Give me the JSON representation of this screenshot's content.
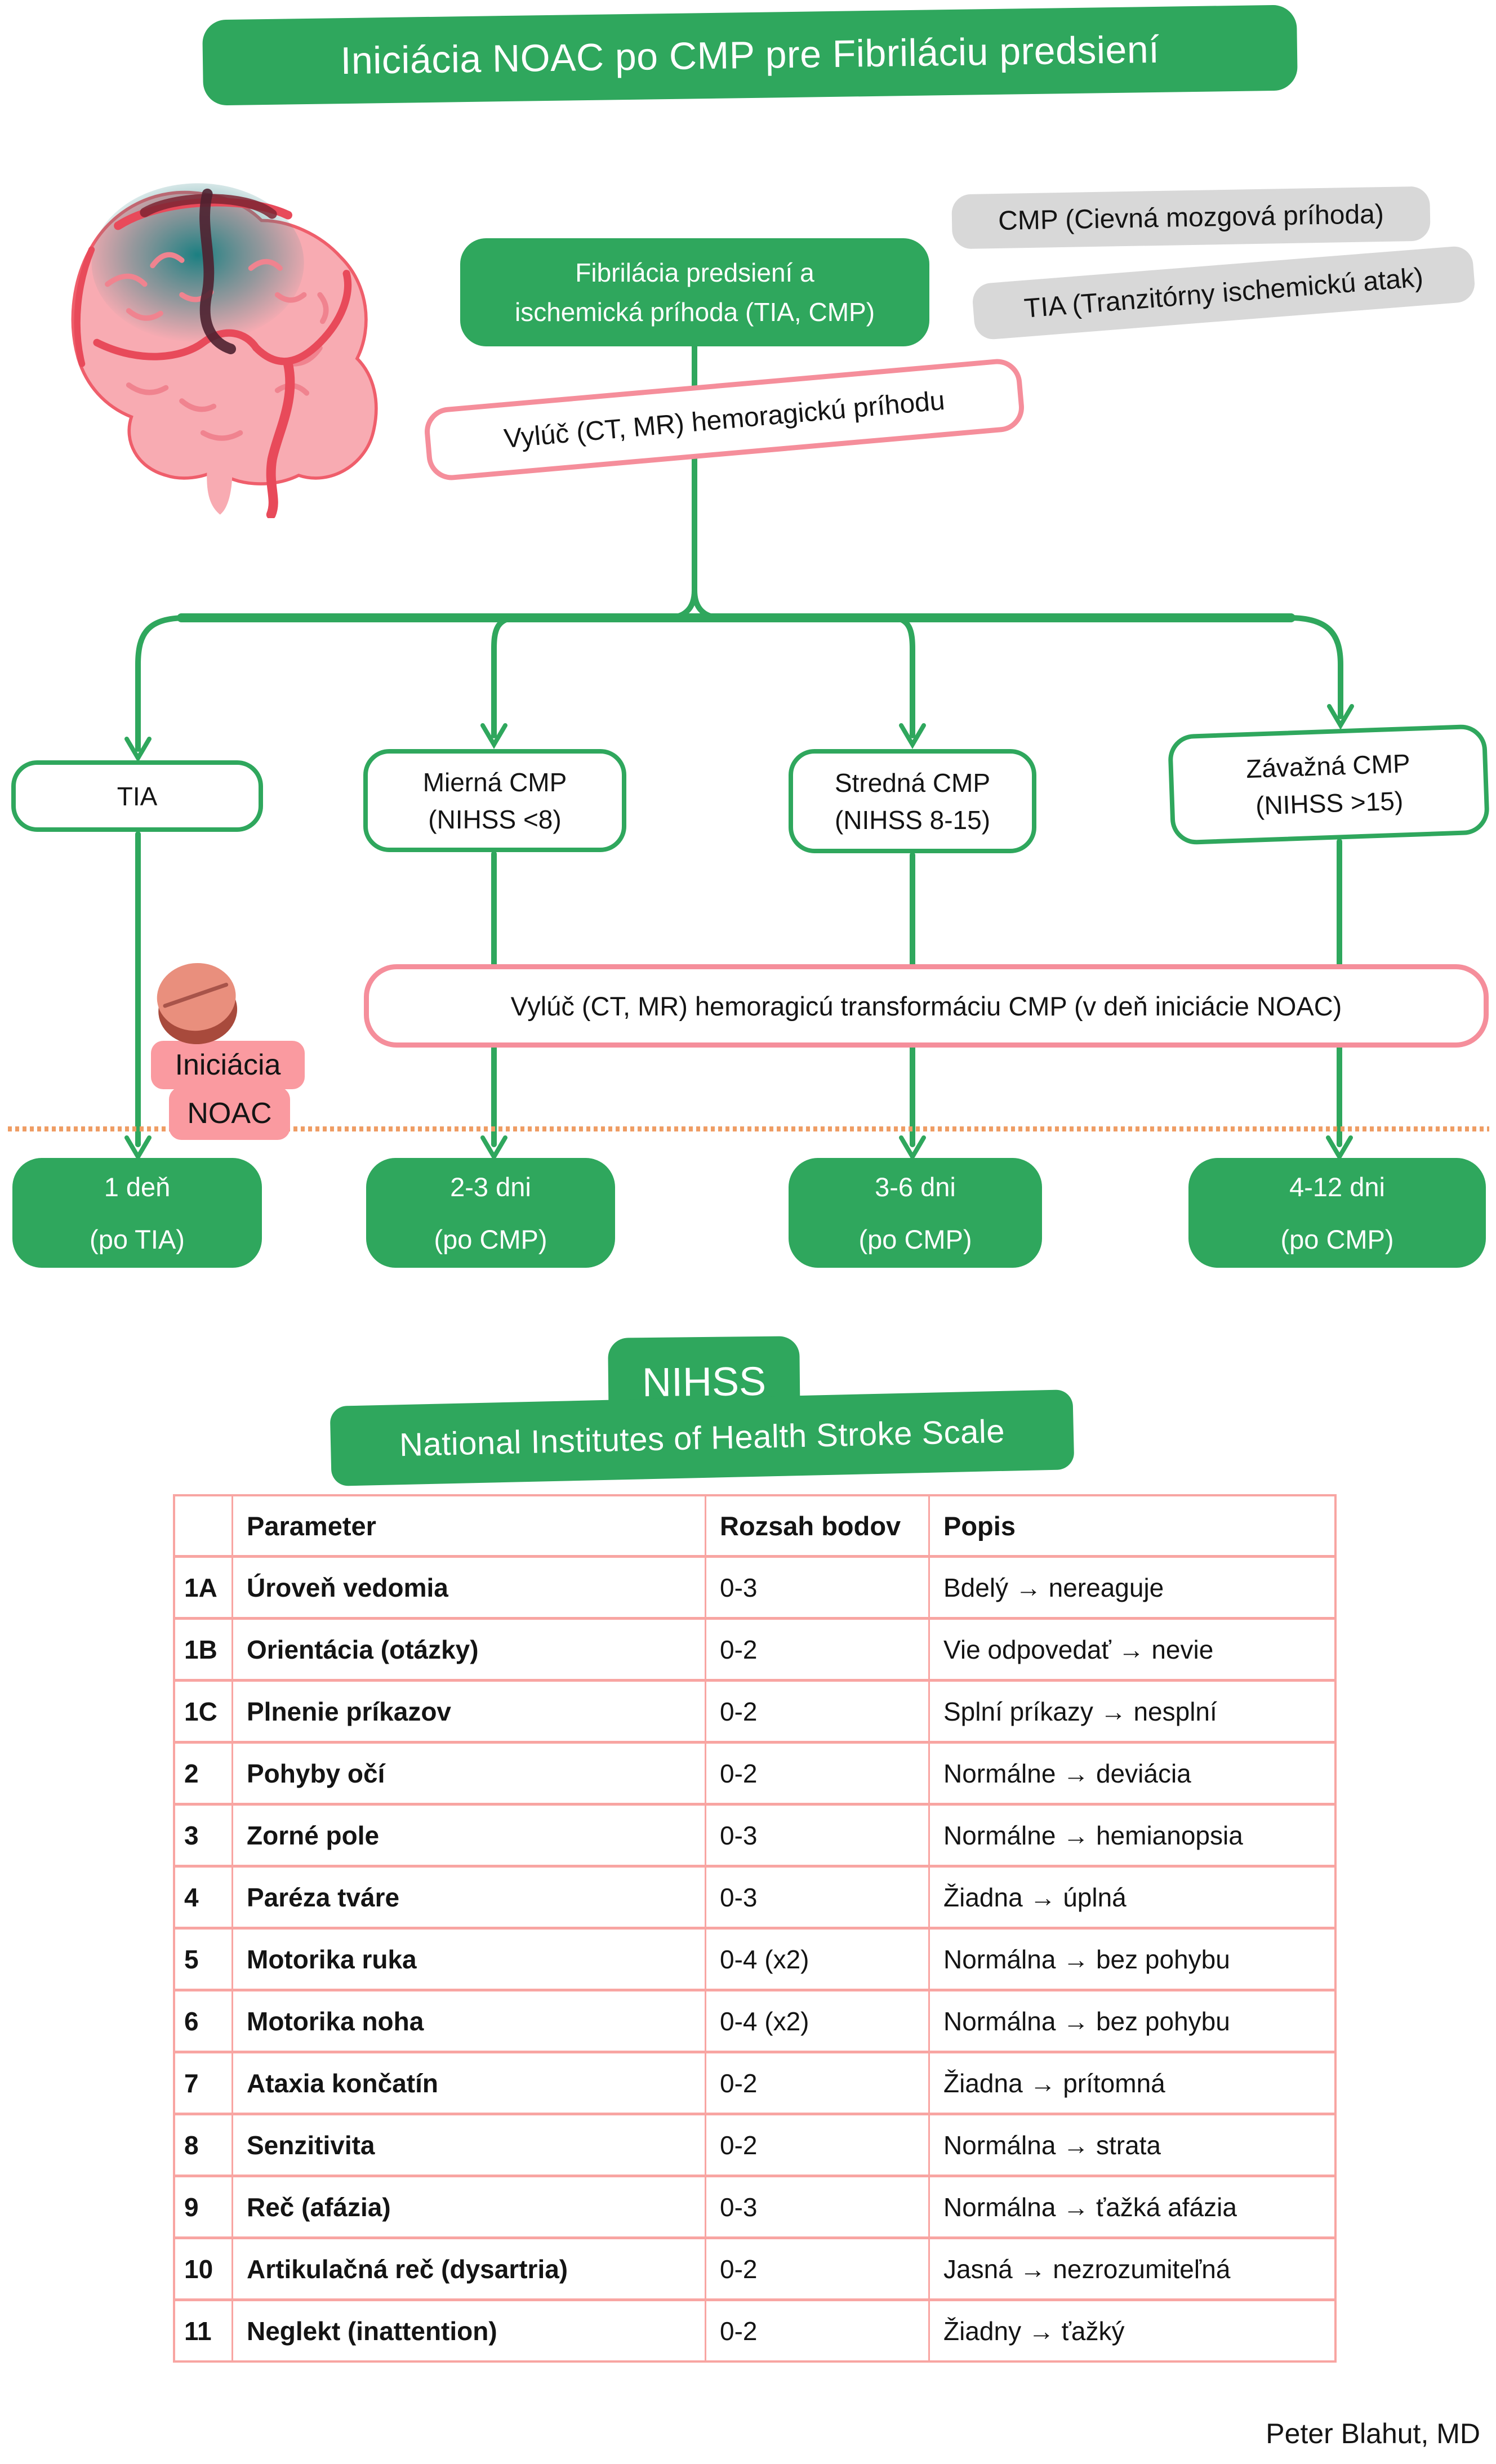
{
  "title": "Iniciácia NOAC po CMP pre Fibriláciu predsiení",
  "legend": {
    "cmp_definition": "CMP (Cievná mozgová príhoda)",
    "tia_definition": "TIA (Tranzitórny ischemickú atak)"
  },
  "flow": {
    "root_line1": "Fibrilácia predsiení a",
    "root_line2": "ischemická príhoda (TIA, CMP)",
    "exclude_hemorrhage": "Vylúč (CT, MR) hemoragickú príhodu",
    "exclude_transformation": "Vylúč (CT, MR) hemoragicú transformáciu CMP (v deň iniciácie NOAC)",
    "noac_label_line1": "Iniciácia",
    "noac_label_line2": "NOAC",
    "branches": [
      {
        "severity_line1": "TIA",
        "severity_line2": "",
        "timing_line1": "1 deň",
        "timing_line2": "(po TIA)"
      },
      {
        "severity_line1": "Mierná CMP",
        "severity_line2": "(NIHSS <8)",
        "timing_line1": "2-3 dni",
        "timing_line2": "(po CMP)"
      },
      {
        "severity_line1": "Stredná CMP",
        "severity_line2": "(NIHSS 8-15)",
        "timing_line1": "3-6 dni",
        "timing_line2": "(po CMP)"
      },
      {
        "severity_line1": "Závažná CMP",
        "severity_line2": "(NIHSS >15)",
        "timing_line1": "4-12 dni",
        "timing_line2": "(po CMP)"
      }
    ]
  },
  "nihss": {
    "abbreviation": "NIHSS",
    "full_name": "National Institutes of Health Stroke Scale",
    "table": {
      "headers": [
        "",
        "Parameter",
        "Rozsah bodov",
        "Popis"
      ],
      "rows": [
        {
          "id": "1A",
          "parameter": "Úroveň vedomia",
          "range": "0-3",
          "description": "Bdelý → nereaguje"
        },
        {
          "id": "1B",
          "parameter": "Orientácia (otázky)",
          "range": "0-2",
          "description": "Vie odpovedať → nevie"
        },
        {
          "id": "1C",
          "parameter": "Plnenie príkazov",
          "range": "0-2",
          "description": "Splní príkazy → nesplní"
        },
        {
          "id": "2",
          "parameter": "Pohyby očí",
          "range": "0-2",
          "description": "Normálne → deviácia"
        },
        {
          "id": "3",
          "parameter": "Zorné pole",
          "range": "0-3",
          "description": "Normálne → hemianopsia"
        },
        {
          "id": "4",
          "parameter": "Paréza tváre",
          "range": "0-3",
          "description": "Žiadna → úplná"
        },
        {
          "id": "5",
          "parameter": "Motorika ruka",
          "range": "0-4 (x2)",
          "description": "Normálna → bez pohybu"
        },
        {
          "id": "6",
          "parameter": "Motorika noha",
          "range": "0-4 (x2)",
          "description": "Normálna → bez pohybu"
        },
        {
          "id": "7",
          "parameter": "Ataxia končatín",
          "range": "0-2",
          "description": "Žiadna → prítomná"
        },
        {
          "id": "8",
          "parameter": "Senzitivita",
          "range": "0-2",
          "description": "Normálna → strata"
        },
        {
          "id": "9",
          "parameter": "Reč (afázia)",
          "range": "0-3",
          "description": "Normálna → ťažká afázia"
        },
        {
          "id": "10",
          "parameter": "Artikulačná reč (dysartria)",
          "range": "0-2",
          "description": "Jasná → nezrozumiteľná"
        },
        {
          "id": "11",
          "parameter": "Neglekt (inattention)",
          "range": "0-2",
          "description": "Žiadny → ťažký"
        }
      ]
    }
  },
  "footer": {
    "credit": "Peter Blahut, MD"
  },
  "icons": {
    "brain": "brain-illustration",
    "pill": "pill-icon"
  },
  "colors": {
    "green": "#2fa75d",
    "pink_border": "#f58e9b",
    "table_border": "#f8a5a2",
    "grey_badge": "#d8d8d8",
    "noac_highlight": "#fa9aa0",
    "timeline_dotted": "#ef9d64"
  }
}
